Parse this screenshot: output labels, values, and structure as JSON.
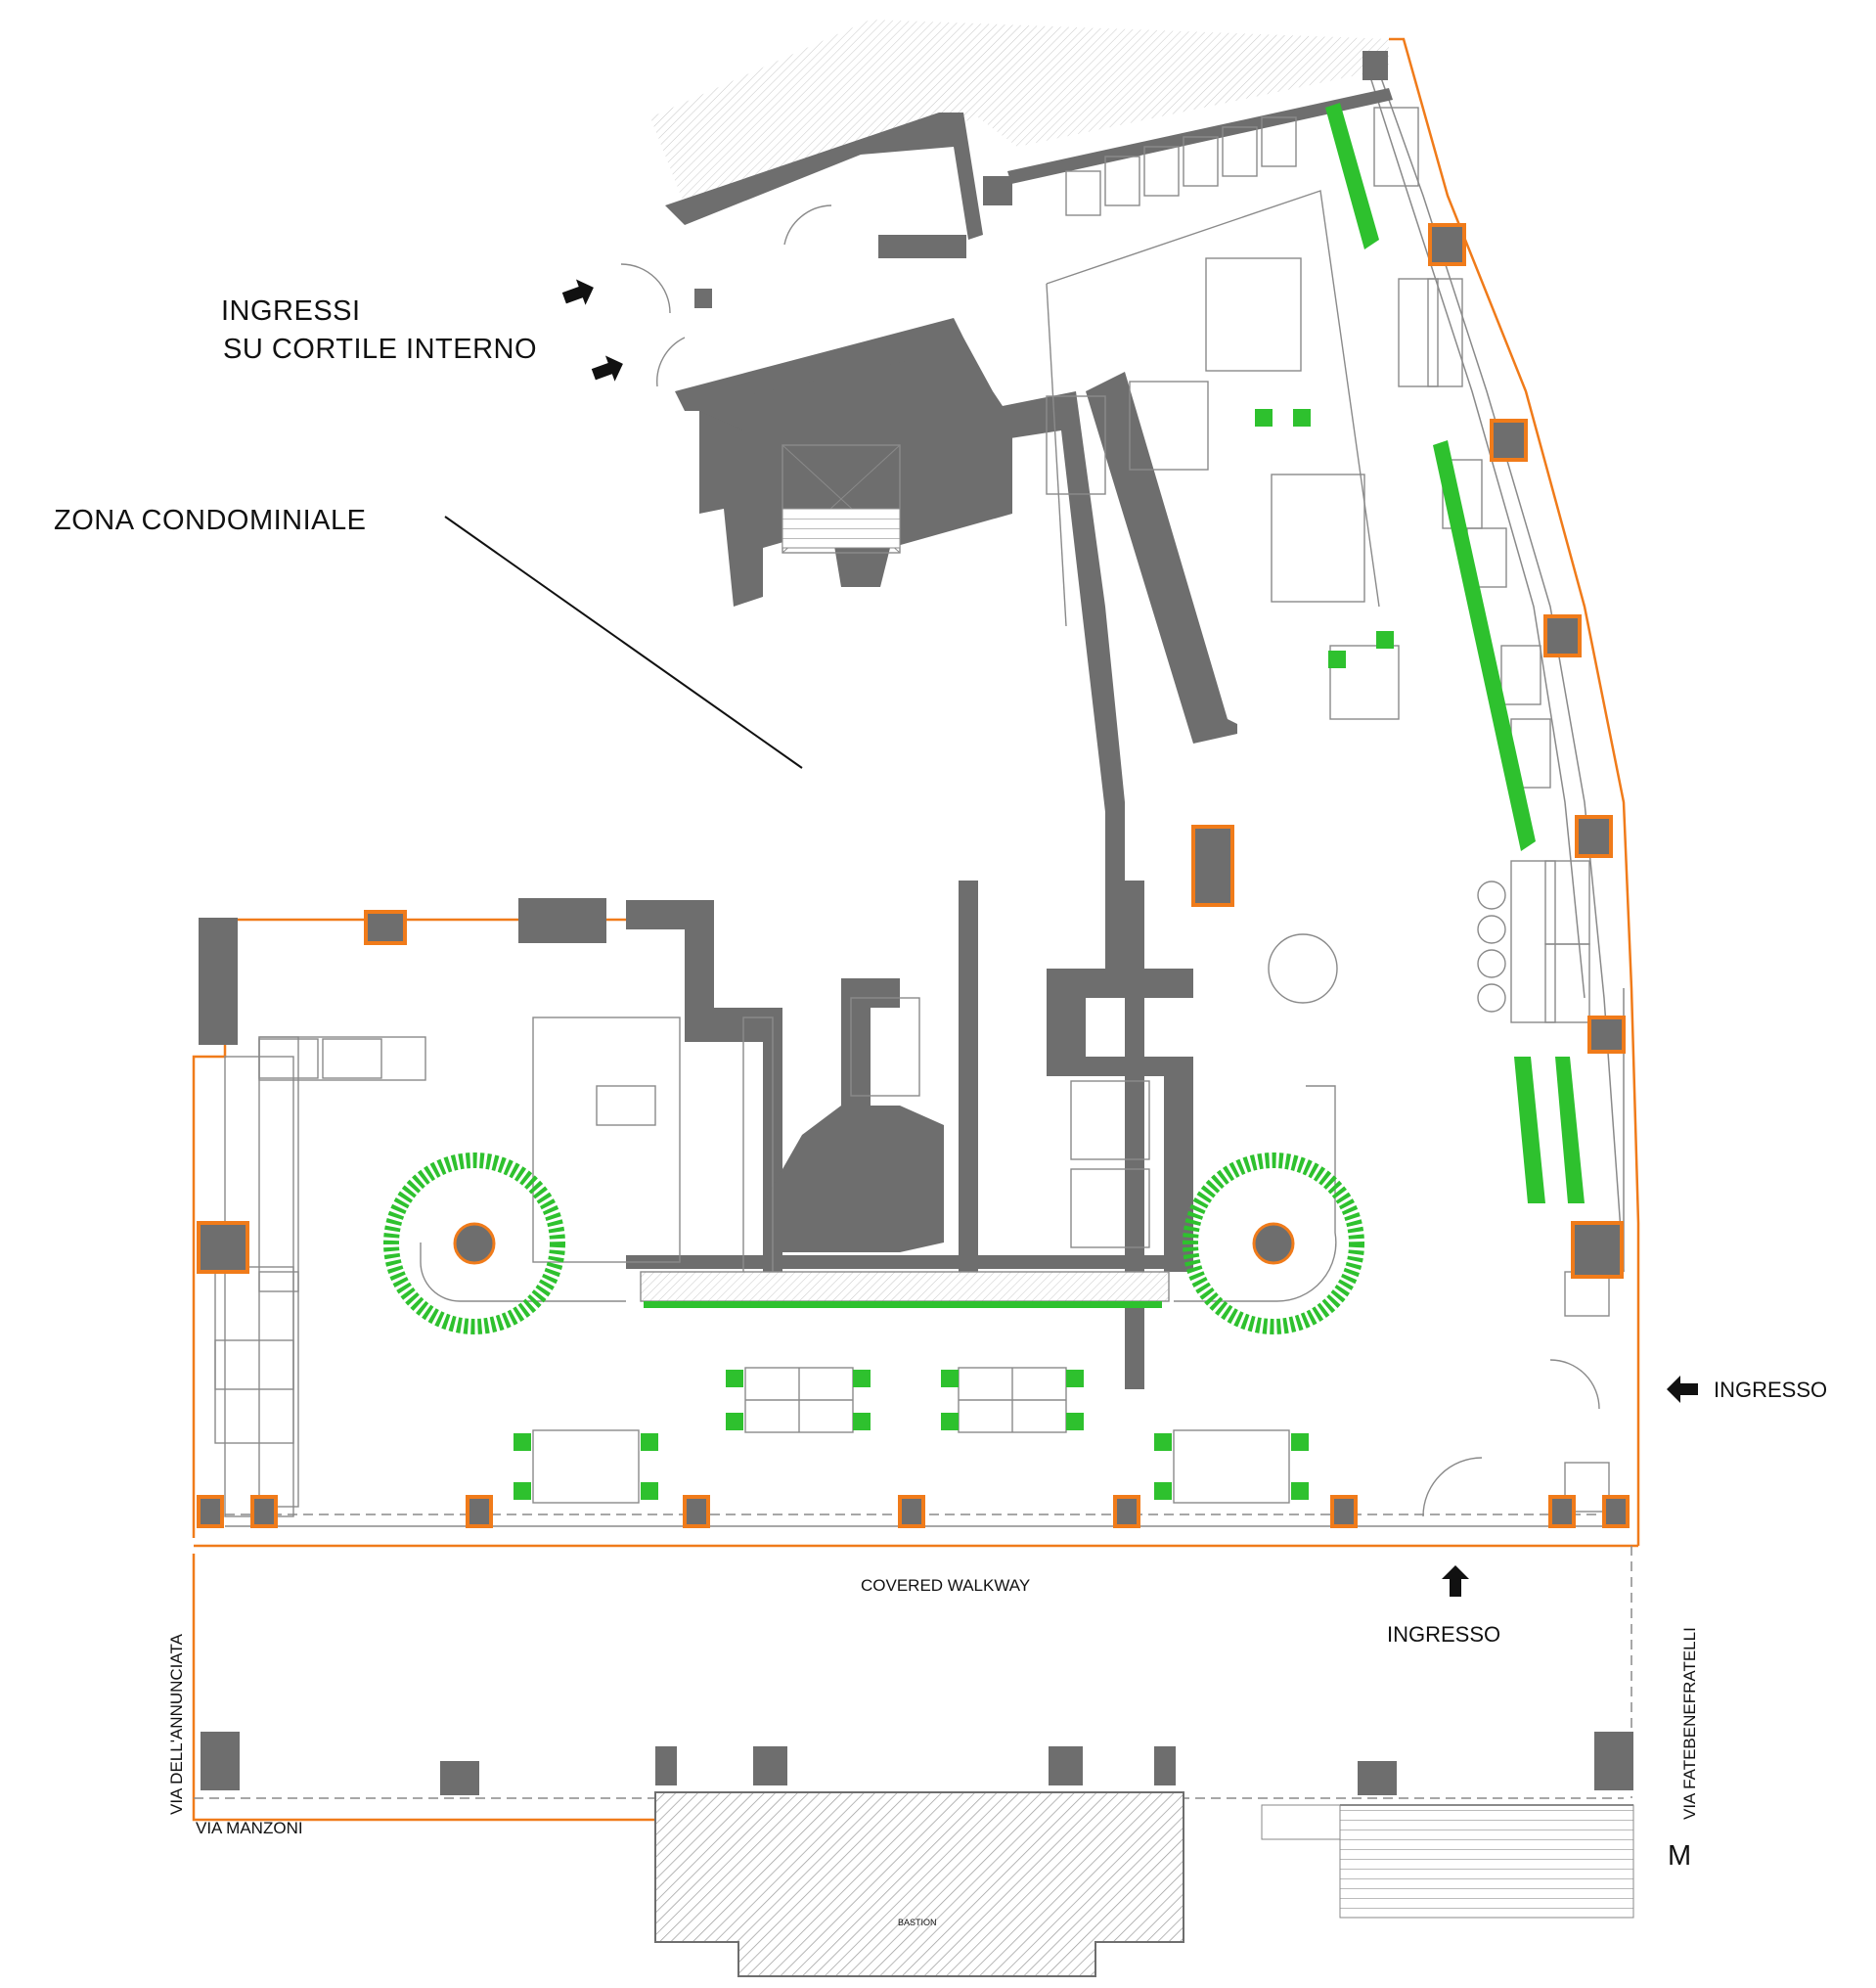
{
  "labels": {
    "ingressi_line1": "INGRESSI",
    "ingressi_line2": "SU CORTILE INTERNO",
    "zona_condominiale": "ZONA CONDOMINIALE",
    "ingresso_east": "INGRESSO",
    "ingresso_south": "INGRESSO",
    "covered_walkway": "COVERED WALKWAY",
    "via_annunciata": "VIA DELL'ANNUNCIATA",
    "via_fatebenefratelli": "VIA FATEBENEFRATELLI",
    "via_manzoni": "VIA MANZONI",
    "bastion": "BASTION",
    "metro": "M"
  },
  "colors": {
    "wall": "#6e6e6e",
    "line": "#8a8a8a",
    "accent_orange": "#f07b1a",
    "plant_green": "#2ec12e",
    "hatch": "#bdbdbd",
    "text": "#111111"
  },
  "icons": {
    "entry_arrow": "arrow-icon",
    "tree": "circular-planter-icon",
    "plant": "plant-icon",
    "column": "column-icon"
  }
}
